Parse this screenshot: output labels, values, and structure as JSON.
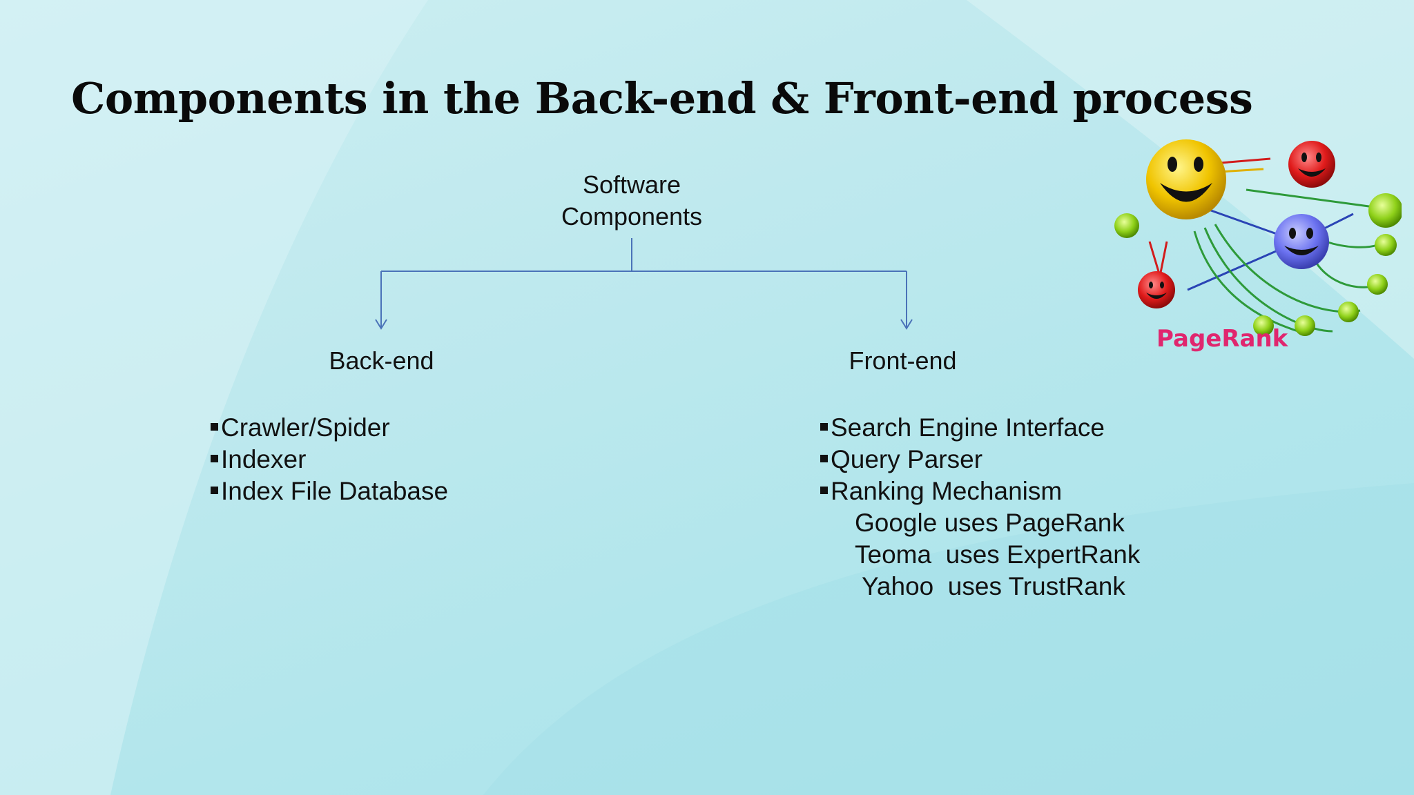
{
  "slide": {
    "title": "Components in the Back-end & Front-end process"
  },
  "diagram": {
    "root_line1": "Software",
    "root_line2": "Components",
    "left_node": "Back-end",
    "right_node": "Front-end",
    "line_color": "#4a72b8"
  },
  "backend_items": [
    "Crawler/Spider",
    "Indexer",
    "Index File Database"
  ],
  "frontend_items": [
    "Search Engine Interface",
    "Query Parser",
    "Ranking Mechanism"
  ],
  "ranking_examples": [
    "Google uses PageRank",
    "Teoma  uses ExpertRank",
    "Yahoo  uses TrustRank"
  ],
  "graphic": {
    "label": "PageRank",
    "label_color": "#e0266e"
  }
}
